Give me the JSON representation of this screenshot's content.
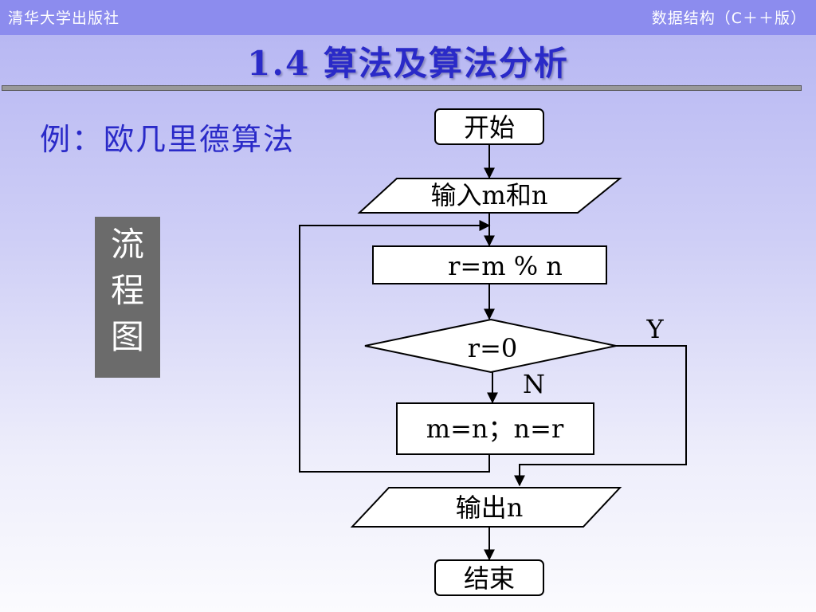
{
  "header": {
    "publisher": "清华大学出版社",
    "book": "数据结构（C＋＋版）"
  },
  "slide": {
    "title": "1.4 算法及算法分析",
    "example": "例：欧几里德算法",
    "side_label": "流\n程\n图"
  },
  "flowchart": {
    "start": "开始",
    "input": "输入m和n",
    "compute": "r=m % n",
    "condition": "r=0",
    "yes_label": "Y",
    "no_label": "N",
    "assign": "m=n；n=r",
    "output": "输出n",
    "end": "结束"
  },
  "colors": {
    "header_bar": "#8c8cee",
    "title_blue": "#2a2ac8",
    "label_box": "#6b6b6b"
  }
}
